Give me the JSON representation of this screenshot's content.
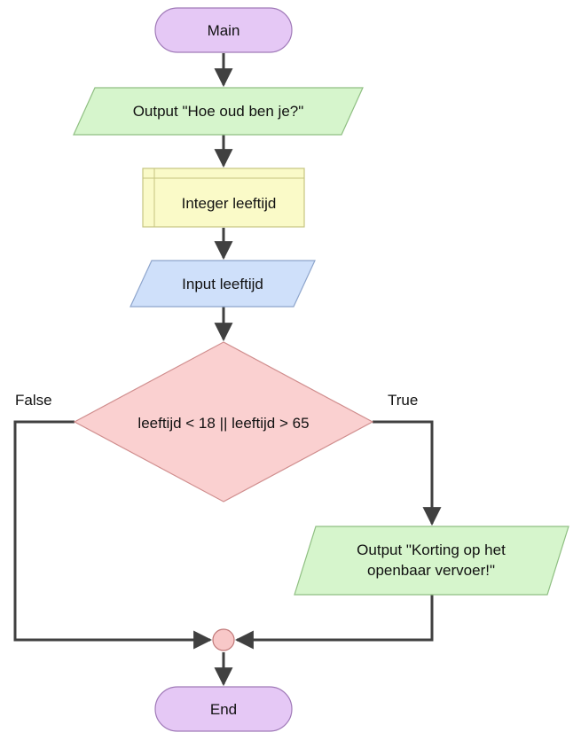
{
  "flowchart": {
    "start": {
      "label": "Main"
    },
    "output_question": {
      "label": "Output \"Hoe oud ben je?\""
    },
    "declare": {
      "label": "Integer leeftijd"
    },
    "input": {
      "label": "Input leeftijd"
    },
    "decision": {
      "label": "leeftijd < 18 || leeftijd > 65",
      "false_label": "False",
      "true_label": "True"
    },
    "output_discount": {
      "line1": "Output \"Korting op het",
      "line2": "openbaar vervoer!\""
    },
    "end": {
      "label": "End"
    }
  },
  "colors": {
    "terminal_fill": "#e5c8f5",
    "terminal_stroke": "#a07ab8",
    "output_fill": "#d6f5cc",
    "output_stroke": "#8fbf82",
    "declare_fill": "#fafac8",
    "declare_stroke": "#c6c480",
    "input_fill": "#cfe0fa",
    "input_stroke": "#8ea5cc",
    "decision_fill": "#fad0d0",
    "decision_stroke": "#d08e8e",
    "connector_fill": "#f8c8c8",
    "connector_stroke": "#c07878",
    "line": "#404040"
  }
}
